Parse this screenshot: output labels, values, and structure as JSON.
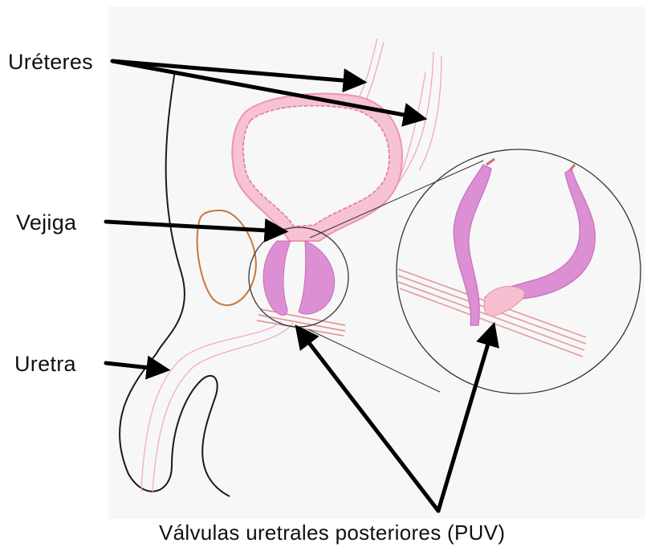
{
  "labels": {
    "ureters": "Uréteres",
    "bladder": "Vejiga",
    "urethra": "Uretra",
    "puv": "Válvulas uretrales posteriores (PUV)"
  },
  "colors": {
    "background_panel": "#f7f7f7",
    "outline": "#1a1a1a",
    "bladder_wall": "#f4b8c8",
    "bladder_lining": "#e98aa8",
    "valve_fill": "#dc8fd3",
    "valve_flap": "#f6bfd0",
    "muscle": "#e29a9a",
    "prostate": "#c8763e",
    "arrow": "#000000"
  }
}
